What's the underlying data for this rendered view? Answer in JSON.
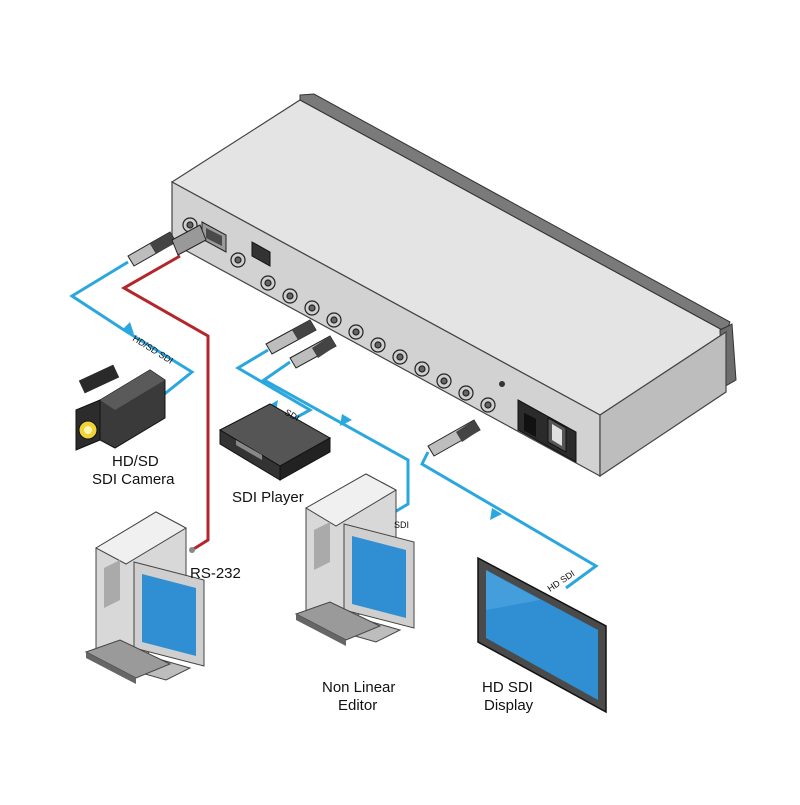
{
  "labels": {
    "camera_line1": "HD/SD",
    "camera_line2": "SDI Camera",
    "player": "SDI Player",
    "pc_serial": "RS-232",
    "editor_line1": "Non Linear",
    "editor_line2": "Editor",
    "display_line1": "HD SDI",
    "display_line2": "Display"
  },
  "cable_labels": {
    "camera_cable": "HD/SD SDI",
    "player_cable": "SDI",
    "editor_cable": "SDI",
    "display_cable": "HD SDI"
  },
  "colors": {
    "sdi_cable": "#2aa7dd",
    "serial_cable": "#b3262b",
    "chassis": "#dcdcdc",
    "chassis_edge": "#555555",
    "screen": "#2f8fd2"
  }
}
